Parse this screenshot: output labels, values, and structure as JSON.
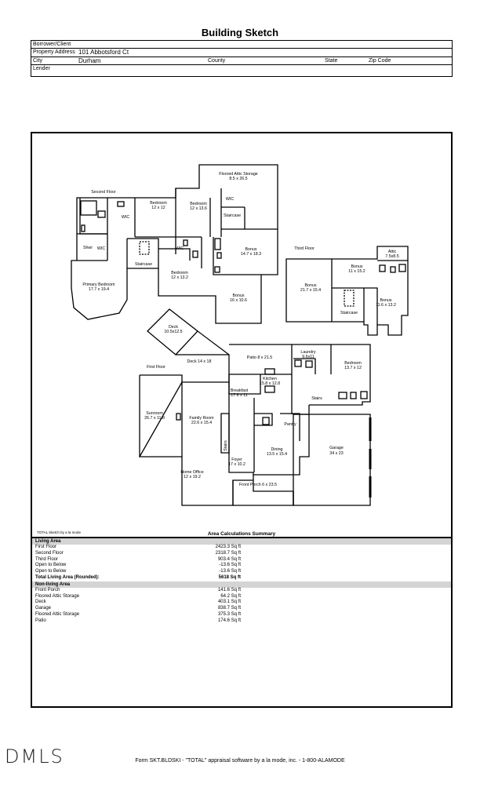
{
  "title": "Building Sketch",
  "header": {
    "rows": [
      {
        "label": "Borrower/Client",
        "value": ""
      },
      {
        "label": "Property Address",
        "value": "101 Abbotsford Ct"
      },
      {
        "label": "City",
        "value": "Durham",
        "county": "County",
        "state": "State",
        "zip": "Zip Code"
      },
      {
        "label": "Lender",
        "value": ""
      }
    ]
  },
  "plan": {
    "floors": {
      "second": "Second Floor",
      "third": "Third Floor",
      "first": "First Floor"
    },
    "rooms": {
      "floored_attic_a": [
        "Floored Attic Storage",
        "8.5 x 26.5"
      ],
      "bedroom_a": [
        "Bedroom",
        "12 x 12"
      ],
      "bedroom_b": [
        "Bedroom",
        "12 x 13.6"
      ],
      "wic_a": "WIC",
      "wic_b": "WIC",
      "wic_c": "WIC",
      "wic_d": "WIC",
      "staircase_a": "Staircase",
      "staircase_b": "Staircase",
      "staircase_c": "Staircase",
      "shwr": "Shwr",
      "bonus_a": [
        "Bonus",
        "14.7 x 18.3"
      ],
      "bedroom_c": [
        "Bedroom",
        "12 x 13.2"
      ],
      "primary_bedroom": [
        "Primary Bedroom",
        "17.7 x 19.4"
      ],
      "bonus_b": [
        "Bonus",
        "16 x 10.6"
      ],
      "attic": [
        "Attic",
        "7.5x8.5"
      ],
      "bonus_c": [
        "Bonus",
        "11 x 15.2"
      ],
      "bonus_d": [
        "Bonus",
        "21.7 x 15.4"
      ],
      "bonus_e": [
        "Bonus",
        "11.6 x 13.2"
      ],
      "deck_a": [
        "Deck",
        "10.5x12.5"
      ],
      "deck_b": "Deck 14 x 18",
      "patio": "Patio 8 x 21.5",
      "laundry": [
        "Laundry",
        "9.6x11"
      ],
      "bedroom_d": [
        "Bedroom",
        "13.7 x 12"
      ],
      "kitchen": [
        "Kitchen",
        "15.8 x 12.8"
      ],
      "breakfast": [
        "Breakfast",
        "17.6 x 11"
      ],
      "stairs_a": "Stairs",
      "stairs_b": "Stairs",
      "sunroom": [
        "Sunroom",
        "26.7 x 11.8"
      ],
      "family_room": [
        "Family Room",
        "22.6 x 15.4"
      ],
      "pantry": "Pantry",
      "garage": [
        "Garage",
        "34 x 23"
      ],
      "dining": [
        "Dining",
        "13.5 x 15.4"
      ],
      "foyer": [
        "Foyer",
        "17 x 10.2"
      ],
      "home_office": [
        "Home Office",
        "12 x 19.2"
      ],
      "front_porch": "Front Porch 6 x 23.5"
    }
  },
  "summary": {
    "credit": "TOTAL Sketch by a la mode",
    "title": "Area Calculations Summary",
    "living_header": "Living Area",
    "living": [
      {
        "name": "First Floor",
        "value": "2423.3 Sq ft"
      },
      {
        "name": "Second Floor",
        "value": "2318.7 Sq ft"
      },
      {
        "name": "Third Floor",
        "value": "903.4 Sq ft"
      },
      {
        "name": "Open to Below",
        "value": "-13.6 Sq ft"
      },
      {
        "name": "Open to Below",
        "value": "-13.6 Sq ft"
      }
    ],
    "living_total": {
      "name": "Total Living Area (Rounded):",
      "value": "5618 Sq ft"
    },
    "nonliving_header": "Non-living Area",
    "nonliving": [
      {
        "name": "Front Porch",
        "value": "141.6 Sq ft"
      },
      {
        "name": "Floored Attic Storage",
        "value": "64.2 Sq ft"
      },
      {
        "name": "Deck",
        "value": "403.1 Sq ft"
      },
      {
        "name": "Garage",
        "value": "838.7 Sq ft"
      },
      {
        "name": "Floored Attic Storage",
        "value": "375.3 Sq ft"
      },
      {
        "name": "Patio",
        "value": "174.6 Sq ft"
      }
    ]
  },
  "logo": "DMLS",
  "footer": "Form SKT.BLDSKI - \"TOTAL\" appraisal software by a la mode, inc. - 1-800-ALAMODE"
}
